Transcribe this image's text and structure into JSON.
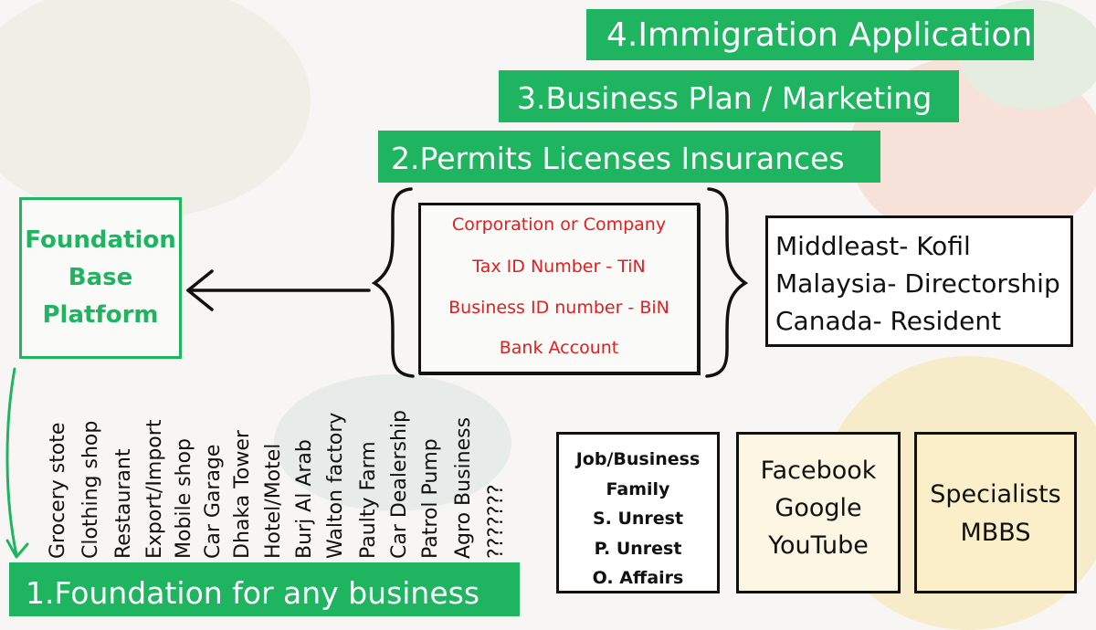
{
  "steps": {
    "step4": "4.Immigration Application",
    "step3": "3.Business Plan / Marketing",
    "step2": "2.Permits Licenses Insurances",
    "step1": "1.Foundation for any business"
  },
  "foundation": {
    "lines": [
      "Foundation",
      "Base",
      "Platform"
    ]
  },
  "requirements": [
    "Corporation or Company",
    "Tax ID Number - TiN",
    "Business ID number - BiN",
    "Bank Account"
  ],
  "countries": [
    "Middleast- Kofil",
    "Malaysia- Directorship",
    "Canada- Resident"
  ],
  "businesses": [
    "Grocery stote",
    "Clothing shop",
    "Restaurant",
    "Export/Import",
    "Mobile shop",
    "Car Garage",
    "Dhaka Tower",
    "Hotel/Motel",
    "Burj Al Arab",
    "Walton factory",
    "Paulty Farm",
    "Car Dealership",
    "Patrol Pump",
    "Agro Business",
    "???????"
  ],
  "reasons": [
    "Job/Business",
    "Family",
    "S. Unrest",
    "P. Unrest",
    "O. Affairs"
  ],
  "channels": [
    "Facebook",
    "Google",
    "YouTube"
  ],
  "specialists": [
    "Specialists",
    "MBBS"
  ],
  "colors": {
    "banner_green": "#1fb560",
    "requirement_red": "#e02020",
    "ink": "#111111"
  }
}
